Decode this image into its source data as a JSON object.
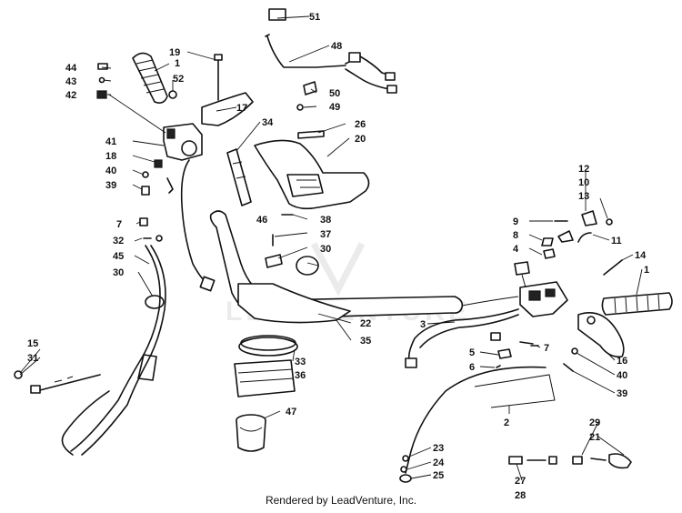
{
  "watermark": "LEADVENTURE",
  "footer": "Rendered by LeadVenture, Inc.",
  "callouts": {
    "c1a": "1",
    "c1b": "1",
    "c2": "2",
    "c3": "3",
    "c4": "4",
    "c5": "5",
    "c6": "6",
    "c7a": "7",
    "c7b": "7",
    "c8": "8",
    "c9": "9",
    "c10": "10",
    "c11": "11",
    "c12": "12",
    "c13": "13",
    "c14": "14",
    "c15": "15",
    "c16": "16",
    "c17": "17",
    "c18": "18",
    "c19": "19",
    "c20": "20",
    "c21": "21",
    "c22": "22",
    "c23": "23",
    "c24": "24",
    "c25": "25",
    "c26": "26",
    "c27": "27",
    "c28": "28",
    "c29": "29",
    "c30a": "30",
    "c30b": "30",
    "c31": "31",
    "c32": "32",
    "c33": "33",
    "c34": "34",
    "c35": "35",
    "c36": "36",
    "c37": "37",
    "c38": "38",
    "c39a": "39",
    "c39b": "39",
    "c40a": "40",
    "c40b": "40",
    "c41": "41",
    "c42": "42",
    "c43": "43",
    "c44": "44",
    "c45": "45",
    "c46": "46",
    "c47": "47",
    "c48": "48",
    "c49": "49",
    "c50": "50",
    "c51": "51",
    "c52": "52"
  }
}
